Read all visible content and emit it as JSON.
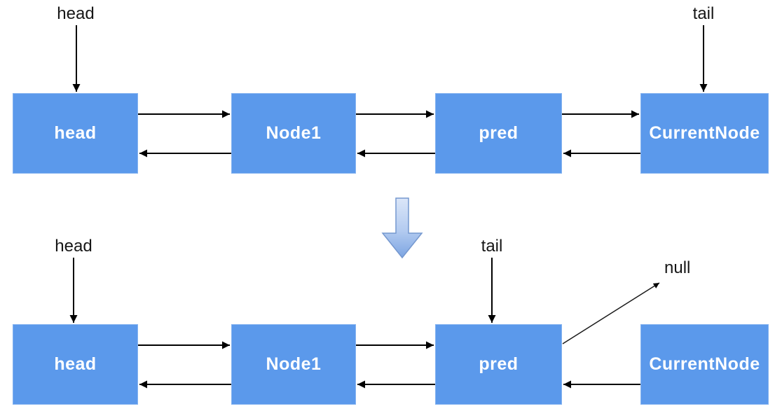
{
  "diagram": {
    "description_icon": "doubly-linked-list-before-after-diagram",
    "colors": {
      "node_fill": "#5b99eb",
      "node_border": "#85b3f0",
      "node_text": "#ffffff",
      "arrow_line": "#000000",
      "big_arrow_fill_top": "#dbe6f8",
      "big_arrow_fill_bottom": "#7ca5e2",
      "big_arrow_border": "#7598cf"
    },
    "top_row": {
      "head_pointer_label": "head",
      "tail_pointer_label": "tail",
      "nodes": [
        {
          "label": "head"
        },
        {
          "label": "Node1"
        },
        {
          "label": "pred"
        },
        {
          "label": "CurrentNode"
        }
      ]
    },
    "transition": {
      "icon": "big-down-arrow-icon"
    },
    "bottom_row": {
      "head_pointer_label": "head",
      "tail_pointer_label": "tail",
      "null_label": "null",
      "nodes": [
        {
          "label": "head"
        },
        {
          "label": "Node1"
        },
        {
          "label": "pred"
        },
        {
          "label": "CurrentNode"
        }
      ]
    }
  }
}
